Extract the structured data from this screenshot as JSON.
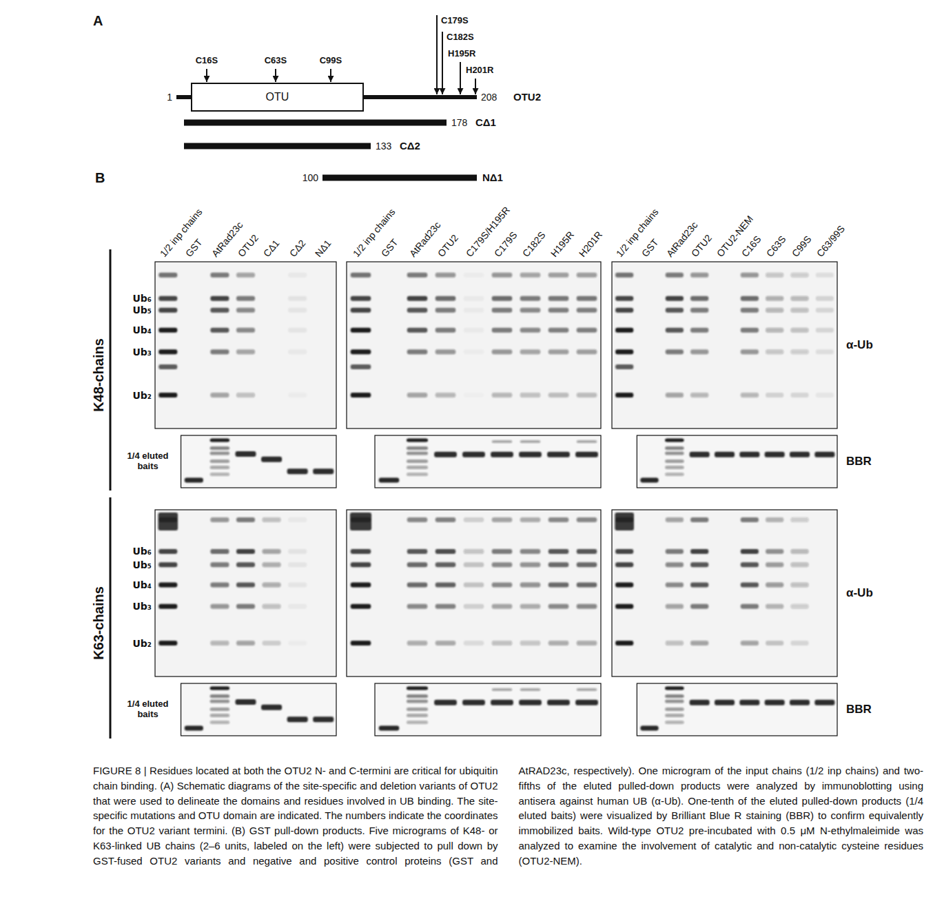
{
  "diagram": {
    "caption": "FIGURE 8 | Residues located at both the OTU2 N- and C-termini are critical for ubiquitin chain binding. (A) Schematic diagrams of the site-specific and deletion variants of OTU2 that were used to delineate the domains and residues involved in UB binding. The site-specific mutations and OTU domain are indicated. The numbers indicate the coordinates for the OTU2 variant termini. (B) GST pull-down products. Five micrograms of K48- or K63-linked UB chains (2–6 units, labeled on the left) were subjected to pull down by GST-fused OTU2 variants and negative and positive control proteins (GST and AtRAD23c, respectively). One microgram of the input chains (1/2 inp chains) and two-fifths of the eluted pulled-down products were analyzed by immunoblotting using antisera against human UB (α-Ub). One-tenth of the eluted pulled-down products (1/4 eluted baits) were visualized by Brilliant Blue R staining (BBR) to confirm equivalently immobilized baits. Wild-type OTU2 pre-incubated with 0.5 μM N-ethylmaleimide was analyzed to examine the involvement of catalytic and non-catalytic cysteine residues (OTU2-NEM).",
    "nodes": [
      {
        "text": [
          "OTU"
        ]
      }
    ],
    "labels": [
      "A",
      "C179S",
      "C182S",
      "H195R",
      "H201R",
      "C16S",
      "C63S",
      "C99S",
      "1",
      "208",
      "OTU2",
      "178",
      "CΔ1",
      "133",
      "CΔ2",
      "100",
      "NΔ1",
      "B",
      "1/2 inp chains",
      "GST",
      "AtRad23c",
      "OTU2",
      "CΔ1",
      "CΔ2",
      "NΔ1",
      "1/2 inp chains",
      "GST",
      "AtRad23c",
      "OTU2",
      "C179S/H195R",
      "C179S",
      "C182S",
      "H195R",
      "H201R",
      "1/2 inp chains",
      "GST",
      "AtRad23c",
      "OTU2",
      "OTU2-NEM",
      "C16S",
      "C63S",
      "C99S",
      "C63/99S",
      "K48-chains",
      "Ub₆",
      "Ub₅",
      "Ub₄",
      "Ub₃",
      "Ub₂",
      "α-Ub",
      "1/4 eluted baits",
      "BBR",
      "K63-chains",
      "Ub₆",
      "Ub₅",
      "Ub₄",
      "Ub₃",
      "Ub₂",
      "α-Ub",
      "1/4 eluted baits",
      "BBR"
    ]
  }
}
